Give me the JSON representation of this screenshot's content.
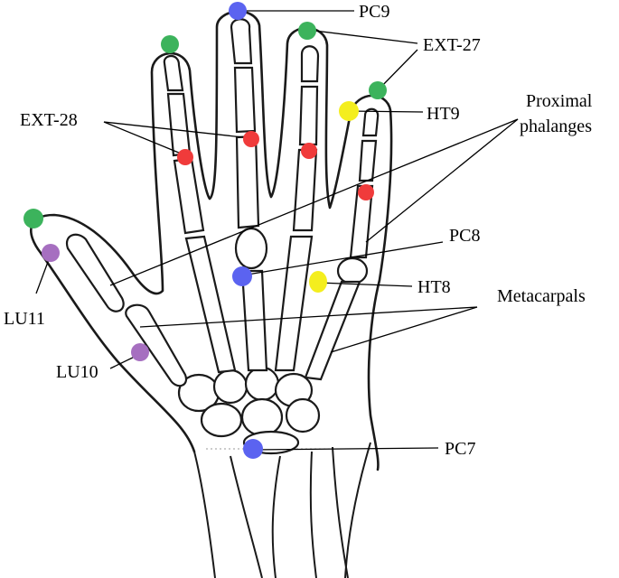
{
  "labels": {
    "pc9": "PC9",
    "ext27": "EXT-27",
    "ext28": "EXT-28",
    "ht9": "HT9",
    "proximal_line1": "Proximal",
    "proximal_line2": "phalanges",
    "pc8": "PC8",
    "ht8": "HT8",
    "metacarpals": "Metacarpals",
    "lu11": "LU11",
    "lu10": "LU10",
    "pc7": "PC7"
  },
  "colors": {
    "ext_points": "#3cb35c",
    "ext28_points": "#f03b3b",
    "pc_points": "#5b63f0",
    "ht_points": "#f4ee1e",
    "lu_points": "#a66fc0"
  }
}
